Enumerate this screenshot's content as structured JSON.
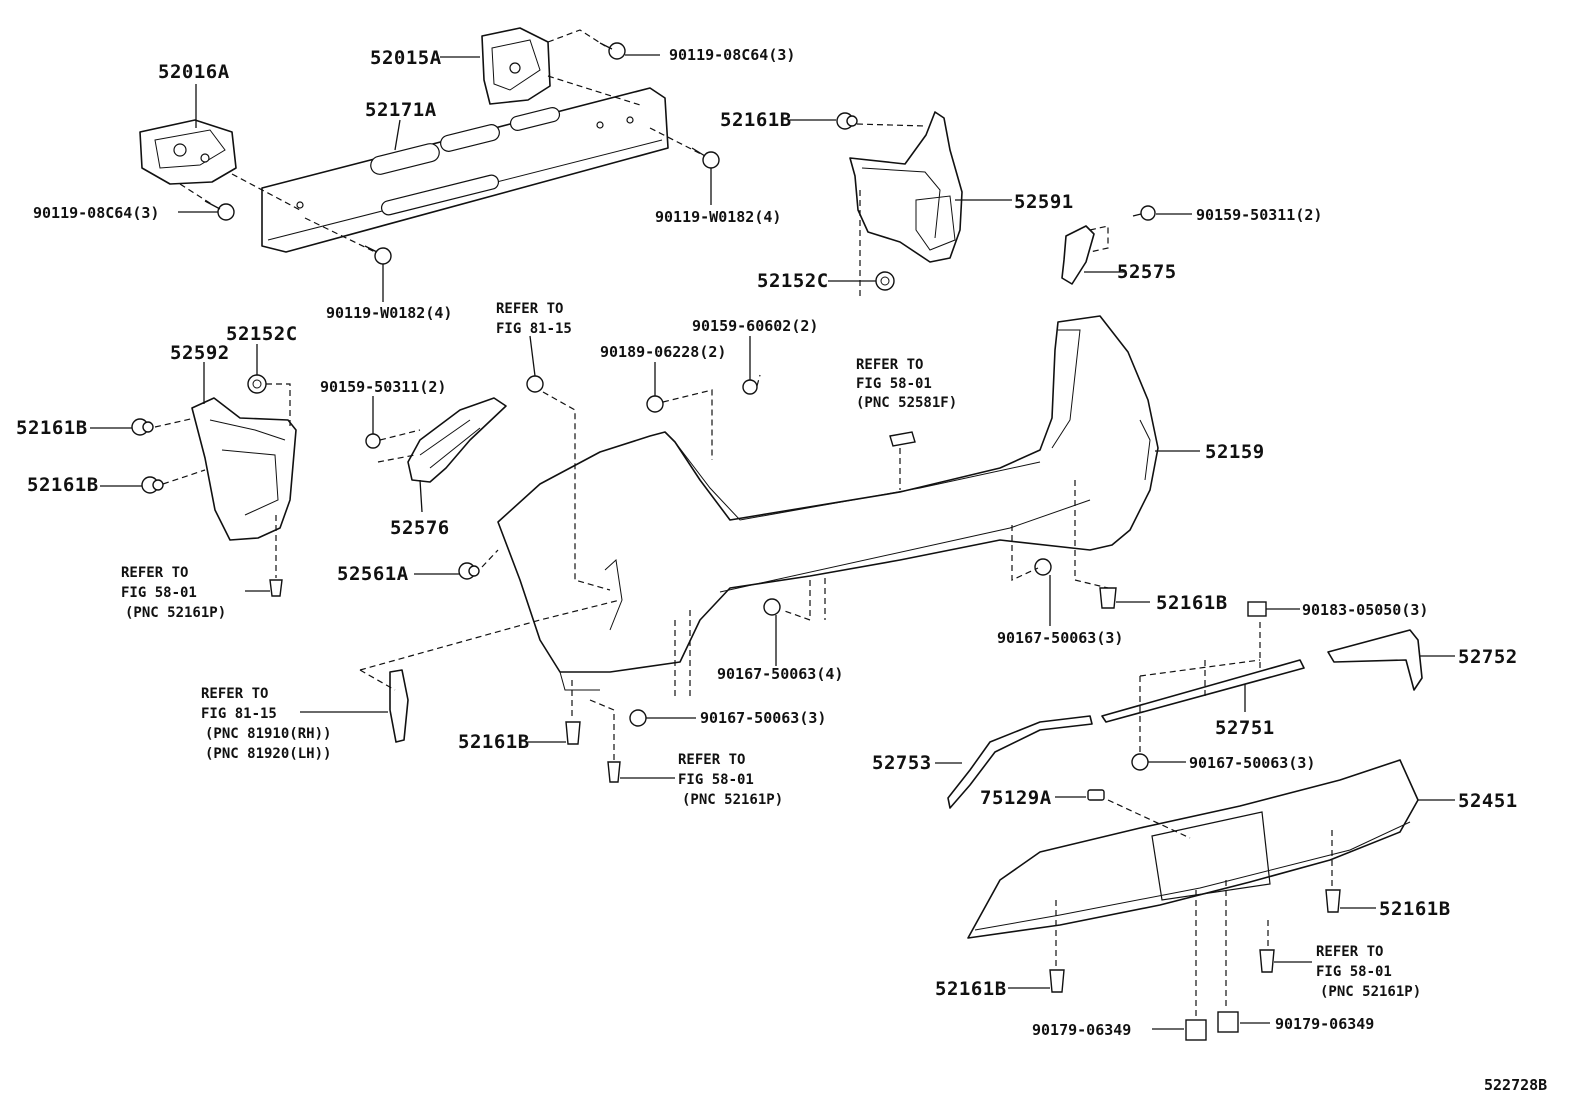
{
  "diagram_code": "522728B",
  "labels": {
    "p52016A": "52016A",
    "p52015A": "52015A",
    "p52171A": "52171A",
    "b90119_08C64_top": "90119-08C64(3)",
    "b90119_08C64_left": "90119-08C64(3)",
    "b90119_W0182_right": "90119-W0182(4)",
    "b90119_W0182_mid": "90119-W0182(4)",
    "p52161B_upper": "52161B",
    "p52591": "52591",
    "p52152C_right": "52152C",
    "b90159_50311_right": "90159-50311(2)",
    "p52575": "52575",
    "p52152C_left": "52152C",
    "p52592": "52592",
    "p52161B_left1": "52161B",
    "p52161B_left2": "52161B",
    "b90159_50311_mid": "90159-50311(2)",
    "p52576": "52576",
    "b90159_60602": "90159-60602(2)",
    "b90189_06228": "90189-06228(2)",
    "p52159": "52159",
    "p52561A": "52561A",
    "p52161B_right": "52161B",
    "b90183_05050": "90183-05050(3)",
    "b90167_50063_3a": "90167-50063(3)",
    "b90167_50063_4": "90167-50063(4)",
    "p52752": "52752",
    "p52751": "52751",
    "b90167_50063_3b": "90167-50063(3)",
    "p52753": "52753",
    "b90167_50063_3c": "90167-50063(3)",
    "p52161B_lower": "52161B",
    "p75129A": "75129A",
    "p52451": "52451",
    "p52161B_far": "52161B",
    "p52161B_bottom": "52161B",
    "b90179_06349_left": "90179-06349",
    "b90179_06349_right": "90179-06349"
  },
  "refs": {
    "ref_81_15_top": [
      "REFER TO",
      "FIG 81-15"
    ],
    "ref_58_01_center": [
      "REFER TO",
      "FIG 58-01",
      "(PNC 52581F)"
    ],
    "ref_58_01_left": [
      "REFER TO",
      "FIG 58-01",
      "(PNC 52161P)"
    ],
    "ref_81_15_lower": [
      "REFER TO",
      "FIG 81-15",
      "(PNC 81910(RH))",
      "(PNC 81920(LH))"
    ],
    "ref_58_01_bottom": [
      "REFER TO",
      "FIG 58-01",
      "(PNC 52161P)"
    ],
    "ref_58_01_right": [
      "REFER TO",
      "FIG 58-01",
      "(PNC 52161P)"
    ]
  }
}
